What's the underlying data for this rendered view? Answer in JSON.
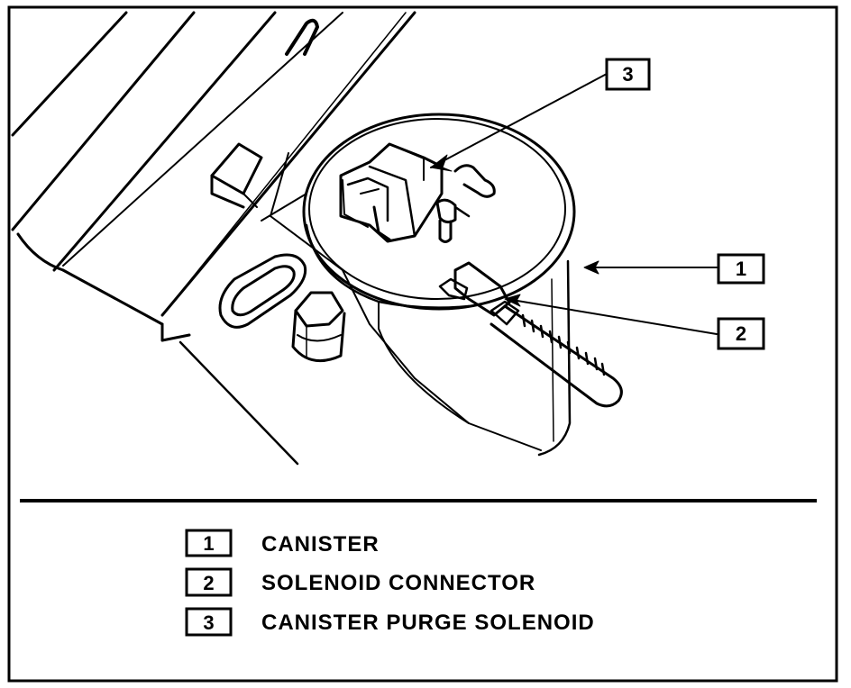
{
  "callouts": [
    {
      "number": "1"
    },
    {
      "number": "2"
    },
    {
      "number": "3"
    }
  ],
  "legend": [
    {
      "number": "1",
      "label": "CANISTER"
    },
    {
      "number": "2",
      "label": "SOLENOID CONNECTOR"
    },
    {
      "number": "3",
      "label": "CANISTER PURGE SOLENOID"
    }
  ]
}
